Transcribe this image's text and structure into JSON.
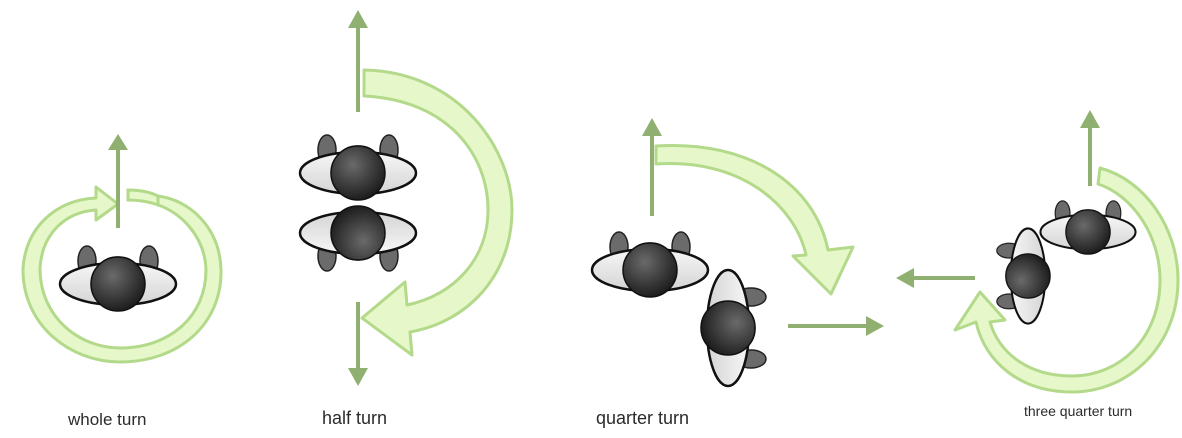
{
  "diagram": {
    "arrow_fill": "#e6f7c9",
    "arrow_stroke": "#b3d98a",
    "direction_arrow": "#8fb070",
    "head": "#3a3a3a",
    "shoulder": "#e6e6e6",
    "skin": "#e8c9a0",
    "hand": "#6b6b6b"
  },
  "turns": [
    {
      "id": "whole",
      "label": "whole turn"
    },
    {
      "id": "half",
      "label": "half turn"
    },
    {
      "id": "quarter",
      "label": "quarter turn"
    },
    {
      "id": "three-quarter",
      "label": "three quarter turn"
    }
  ]
}
